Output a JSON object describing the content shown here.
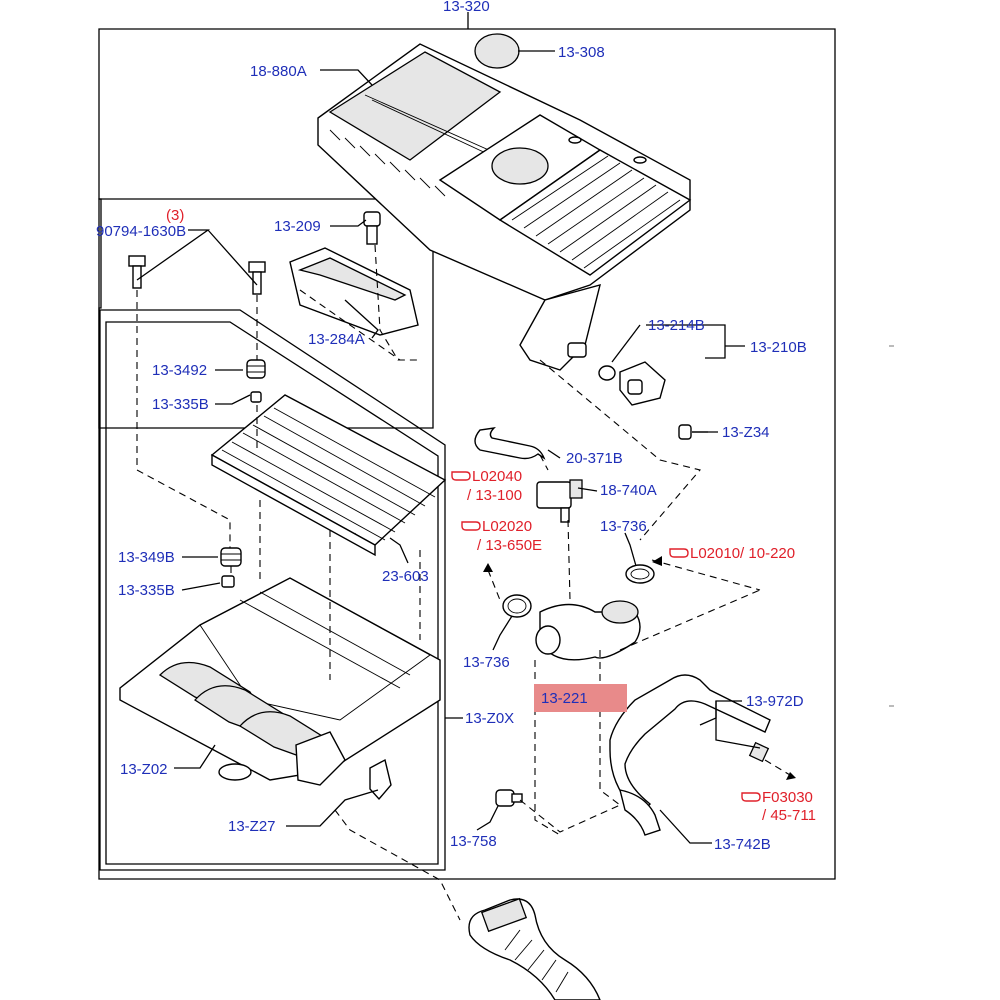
{
  "labels": {
    "l13_320": "13-320",
    "l13_308": "13-308",
    "l18_880a": "18-880A",
    "l90794_qty": "(3)",
    "l90794": "90794-1630B",
    "l13_209": "13-209",
    "l13_284a": "13-284A",
    "l13_214b": "13-214B",
    "l13_210b": "13-210B",
    "l13_3492": "13-3492",
    "l13_335b_1": "13-335B",
    "l13_z34": "13-Z34",
    "l20_371b": "20-371B",
    "l18_740a": "18-740A",
    "l13_736_1": "13-736",
    "l13_349b": "13-349B",
    "l13_335b_2": "13-335B",
    "l23_603": "23-603",
    "l13_736_2": "13-736",
    "l13_221": "13-221",
    "l13_972d": "13-972D",
    "l13_z0x": "13-Z0X",
    "l13_z02": "13-Z02",
    "l13_z27": "13-Z27",
    "l13_758": "13-758",
    "l13_742b": "13-742B"
  },
  "references": {
    "ref1_code": "L02040",
    "ref1_page": "/ 13-100",
    "ref2_code": "L02020",
    "ref2_page": "/ 13-650E",
    "ref3_code": "L02010/ 10-220",
    "ref4_code": "F03030",
    "ref4_page": "/ 45-711"
  },
  "colors": {
    "label": "#1f2fb8",
    "reference": "#e0202a",
    "highlight": "#e88a8a"
  },
  "icons": {
    "reference": "pointing-hand-icon"
  }
}
